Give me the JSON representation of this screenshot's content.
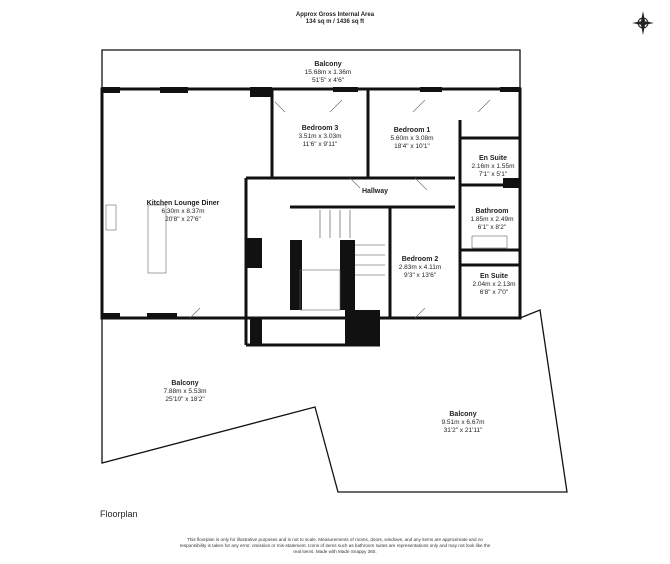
{
  "header": {
    "area_title": "Approx Gross Internal Area",
    "area_value": "134 sq m / 1436 sq ft"
  },
  "compass": {
    "icon": "compass-rose-icon"
  },
  "rooms": [
    {
      "name": "Balcony",
      "metric": "15.68m x 1.36m",
      "imperial": "51'5\" x 4'6\""
    },
    {
      "name": "Bedroom 3",
      "metric": "3.51m x 3.03m",
      "imperial": "11'6\" x 9'11\""
    },
    {
      "name": "Bedroom 1",
      "metric": "5.60m x 3.08m",
      "imperial": "18'4\" x 10'1\""
    },
    {
      "name": "En Suite",
      "metric": "2.16m x 1.55m",
      "imperial": "7'1\" x 5'1\""
    },
    {
      "name": "Hallway",
      "metric": "",
      "imperial": ""
    },
    {
      "name": "Kitchen Lounge Diner",
      "metric": "6.30m x 8.37m",
      "imperial": "20'8\" x 27'6\""
    },
    {
      "name": "Bathroom",
      "metric": "1.85m x 2.49m",
      "imperial": "6'1\" x 8'2\""
    },
    {
      "name": "Bedroom 2",
      "metric": "2.83m x 4.11m",
      "imperial": "9'3\" x 13'6\""
    },
    {
      "name": "En Suite",
      "metric": "2.04m x 2.13m",
      "imperial": "6'8\" x 7'0\""
    },
    {
      "name": "Balcony",
      "metric": "7.88m x 5.53m",
      "imperial": "25'10\" x 18'2\""
    },
    {
      "name": "Balcony",
      "metric": "9.51m x 6.67m",
      "imperial": "31'2\" x 21'11\""
    }
  ],
  "footer": {
    "floor_label": "Floorplan",
    "disclaimer": "This floorplan is only for illustrative purposes and is not to scale. Measurements of rooms, doors, windows, and any items are approximate and no responsibility is taken for any error, omission or mis-statement. Icons of items such as bathroom suites are representations only and may not look like the real items. Made with Made Snappy 360."
  }
}
